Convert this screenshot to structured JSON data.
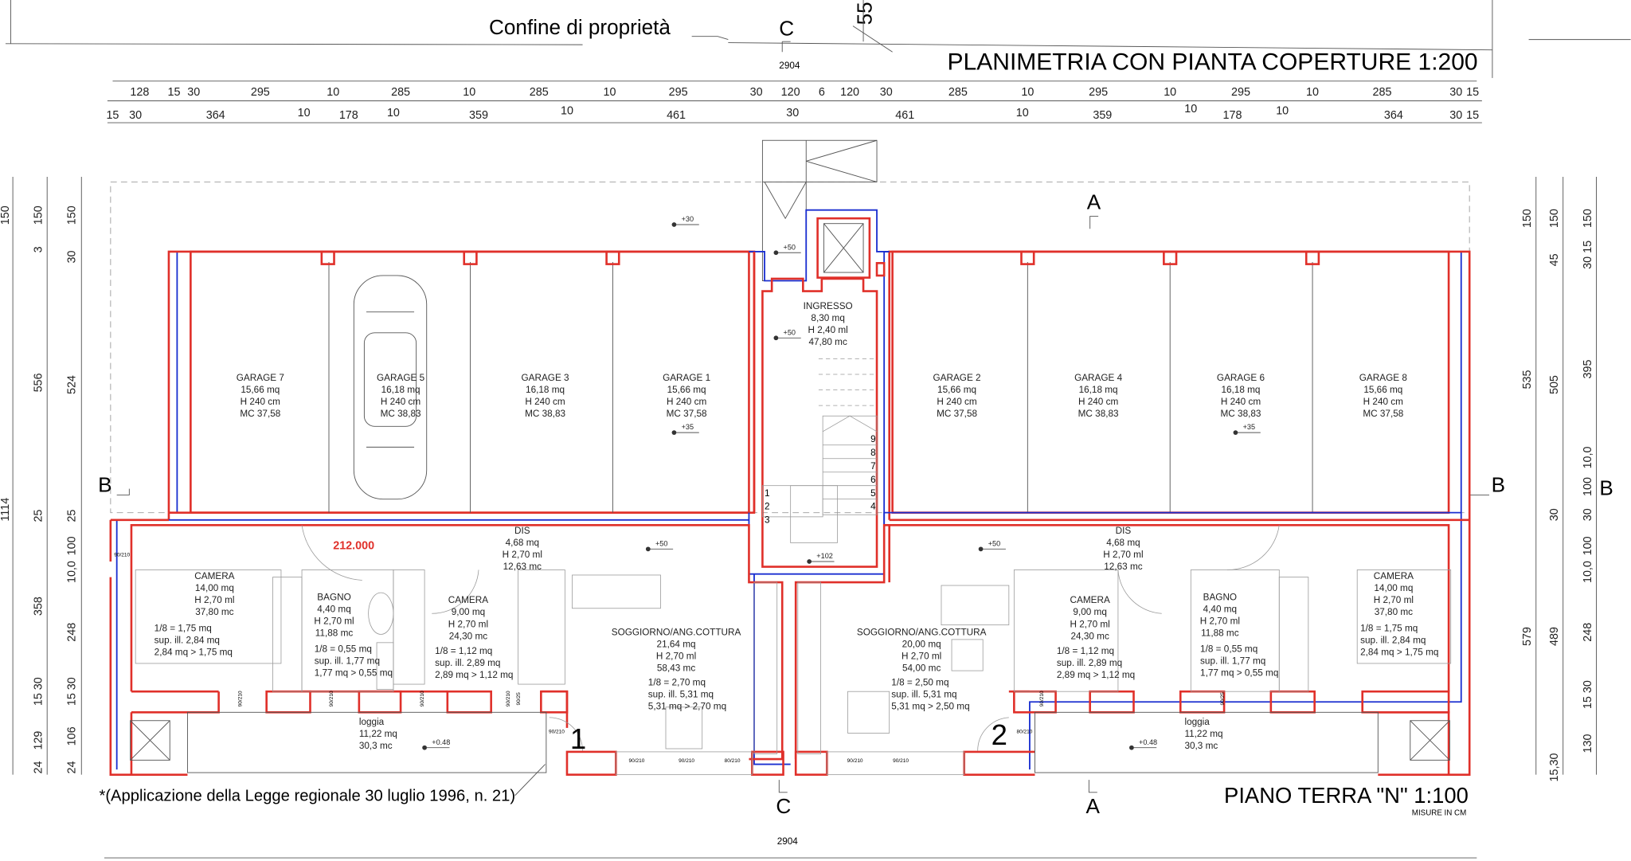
{
  "header": {
    "property_line_label": "Confine di proprietà",
    "section_c_top": "C",
    "total_top": "2904",
    "corner_label": "55",
    "title": "PLANIMETRIA CON PIANTA COPERTURE 1:200"
  },
  "dims_top_row1": [
    "128",
    "15",
    "30",
    "295",
    "10",
    "285",
    "10",
    "285",
    "10",
    "295",
    "30",
    "120",
    "6",
    "120",
    "30",
    "285",
    "10",
    "295",
    "10",
    "295",
    "10",
    "285",
    "30",
    "15"
  ],
  "dims_top_row2": [
    "15",
    "30",
    "364",
    "10",
    "178",
    "10",
    "359",
    "10",
    "461",
    "30",
    "461",
    "10",
    "359",
    "10",
    "178",
    "10",
    "364",
    "30",
    "15"
  ],
  "dims_left_outer": [
    "150",
    "1114"
  ],
  "dims_left_mid": [
    "150",
    "3",
    "556",
    "25",
    "358",
    "15 30",
    "129",
    "24"
  ],
  "dims_left_inner": [
    "150",
    "30",
    "524",
    "25",
    "100",
    "10,0",
    "248",
    "15 30",
    "106",
    "24"
  ],
  "dims_right_outer": [
    "150",
    "535",
    "579"
  ],
  "dims_right_mid": [
    "150",
    "45",
    "505",
    "30",
    "489",
    "15,30"
  ],
  "dims_right_inner": [
    "150",
    "30 15",
    "395",
    "10,0",
    "100",
    "30",
    "100",
    "10,0",
    "248",
    "15 30",
    "130"
  ],
  "rooms": [
    {
      "lines": [
        "GARAGE 7",
        "15,66 mq",
        "H 240 cm",
        "MC 37,58"
      ]
    },
    {
      "lines": [
        "GARAGE 5",
        "16,18 mq",
        "H 240 cm",
        "MC 38,83"
      ]
    },
    {
      "lines": [
        "GARAGE 3",
        "16,18 mq",
        "H 240 cm",
        "MC 38,83"
      ]
    },
    {
      "lines": [
        "GARAGE 1",
        "15,66 mq",
        "H 240 cm",
        "MC 37,58"
      ]
    },
    {
      "lines": [
        "GARAGE 2",
        "15,66 mq",
        "H 240 cm",
        "MC 37,58"
      ]
    },
    {
      "lines": [
        "GARAGE 4",
        "16,18 mq",
        "H 240 cm",
        "MC 38,83"
      ]
    },
    {
      "lines": [
        "GARAGE 6",
        "16,18 mq",
        "H 240 cm",
        "MC 38,83"
      ]
    },
    {
      "lines": [
        "GARAGE 8",
        "15,66 mq",
        "H 240 cm",
        "MC 37,58"
      ]
    },
    {
      "lines": [
        "INGRESSO",
        "8,30 mq",
        "H 2,40 ml",
        "47,80 mc"
      ]
    },
    {
      "lines": [
        "DIS",
        "4,68 mq",
        "H 2,70 ml",
        "12,63 mc"
      ]
    },
    {
      "lines": [
        "CAMERA",
        "14,00 mq",
        "H 2,70 ml",
        "37,80 mc"
      ]
    },
    {
      "lines": [
        "1/8 = 1,75 mq",
        "sup. ill. 2,84 mq",
        "2,84 mq > 1,75 mq"
      ]
    },
    {
      "lines": [
        "BAGNO",
        "4,40 mq",
        "H 2,70 ml",
        "11,88 mc"
      ]
    },
    {
      "lines": [
        "1/8 = 0,55 mq",
        "sup. ill. 1,77 mq",
        "1,77 mq > 0,55 mq"
      ]
    },
    {
      "lines": [
        "CAMERA",
        "9,00 mq",
        "H 2,70 ml",
        "24,30 mc"
      ]
    },
    {
      "lines": [
        "1/8 = 1,12 mq",
        "sup. ill. 2,89 mq",
        "2,89 mq > 1,12 mq"
      ]
    },
    {
      "lines": [
        "SOGGIORNO/ANG.COTTURA",
        "21,64 mq",
        "H 2,70 ml",
        "58,43 mc"
      ]
    },
    {
      "lines": [
        "1/8 = 2,70 mq",
        "sup. ill. 5,31 mq",
        "5,31 mq > 2,70 mq"
      ]
    },
    {
      "lines": [
        "loggia",
        "11,22 mq",
        "30,3 mc"
      ]
    },
    {
      "lines": [
        "DIS",
        "4,68 mq",
        "H 2,70 ml",
        "12,63 mc"
      ]
    },
    {
      "lines": [
        "CAMERA",
        "9,00 mq",
        "H 2,70 ml",
        "24,30 mc"
      ]
    },
    {
      "lines": [
        "1/8 = 1,12 mq",
        "sup. ill. 2,89 mq",
        "2,89 mq > 1,12 mq"
      ]
    },
    {
      "lines": [
        "BAGNO",
        "4,40 mq",
        "H 2,70 ml",
        "11,88 mc"
      ]
    },
    {
      "lines": [
        "1/8 = 0,55 mq",
        "sup. ill. 1,77 mq",
        "1,77 mq > 0,55 mq"
      ]
    },
    {
      "lines": [
        "CAMERA",
        "14,00 mq",
        "H 2,70 ml",
        "37,80 mc"
      ]
    },
    {
      "lines": [
        "1/8 = 1,75 mq",
        "sup. ill. 2,84 mq",
        "2,84 mq > 1,75 mq"
      ]
    },
    {
      "lines": [
        "SOGGIORNO/ANG.COTTURA",
        "20,00 mq",
        "H 2,70 ml",
        "54,00 mc"
      ]
    },
    {
      "lines": [
        "1/8 = 2,50 mq",
        "sup. ill. 5,31 mq",
        "5,31 mq > 2,50 mq"
      ]
    },
    {
      "lines": [
        "loggia",
        "11,22 mq",
        "30,3 mc"
      ]
    }
  ],
  "levels": [
    "+30",
    "+50",
    "+50",
    "+35",
    "+35",
    "+50",
    "+102",
    "+50",
    "+0.48",
    "+0.48"
  ],
  "stair_steps": [
    "9",
    "8",
    "7",
    "6",
    "5",
    "4",
    "1",
    "2",
    "3"
  ],
  "openings": [
    "90/210",
    "90/210",
    "90/210",
    "90/210",
    "90/25",
    "90/210",
    "90/210",
    "90/210",
    "80/210",
    "90/210",
    "90/210",
    "90/210",
    "90/210",
    "90/25",
    "80/210"
  ],
  "markers": {
    "section_a": "A",
    "section_b": "B",
    "section_c": "C",
    "unit_1": "1",
    "unit_2": "2",
    "volume_label": "212.000"
  },
  "footer": {
    "note": "*(Applicazione della Legge regionale 30 luglio 1996,  n. 21)",
    "total_bottom": "2904",
    "plan_title": "PIANO TERRA \"N\"  1:100",
    "units_note": "MISURE IN CM"
  },
  "colors": {
    "wall_outline": "#e0302a",
    "insulation_line": "#1a2fd0",
    "volume_text": "#e0302a"
  }
}
